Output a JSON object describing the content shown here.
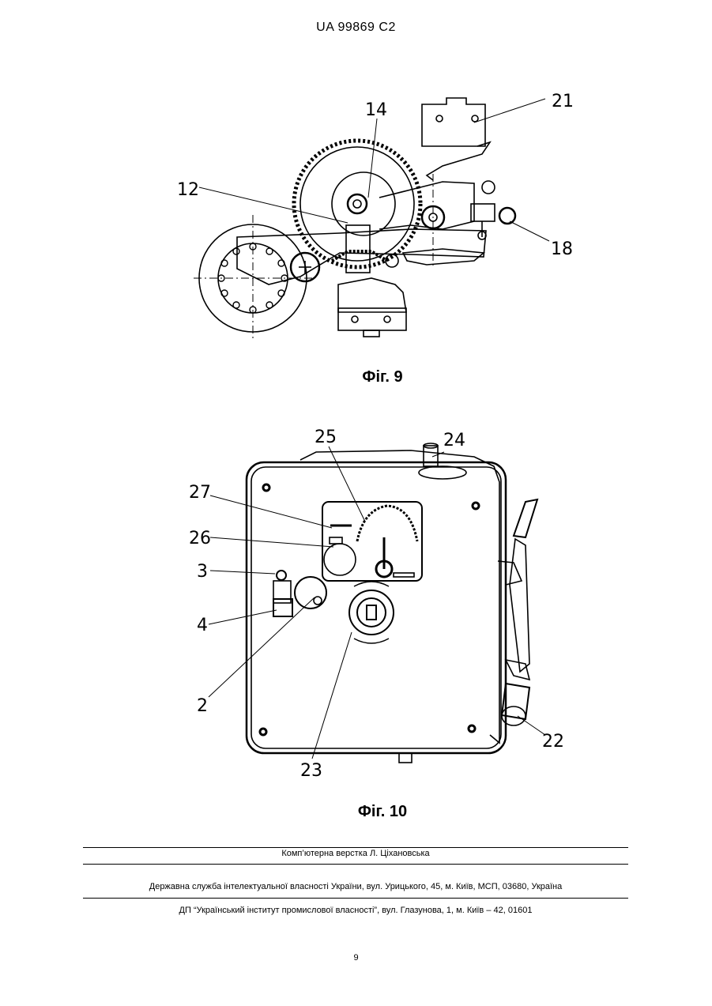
{
  "header": {
    "patent_id": "UA   99869   C2"
  },
  "figure9": {
    "caption": "Фіг. 9",
    "labels": {
      "l14": "14",
      "l21": "21",
      "l12": "12",
      "l18": "18"
    }
  },
  "figure10": {
    "caption": "Фіг. 10",
    "labels": {
      "l25": "25",
      "l24": "24",
      "l27": "27",
      "l26": "26",
      "l3": "3",
      "l4": "4",
      "l2": "2",
      "l23": "23",
      "l22": "22"
    }
  },
  "footer": {
    "layout_credit": "Комп’ютерна верстка Л. Ціхановська",
    "agency": "Державна служба інтелектуальної власності України, вул. Урицького, 45, м. Київ, МСП, 03680, Україна",
    "institute": "ДП “Український інститут промислової власності”, вул. Глазунова, 1, м. Київ – 42, 01601"
  },
  "page_number": "9"
}
